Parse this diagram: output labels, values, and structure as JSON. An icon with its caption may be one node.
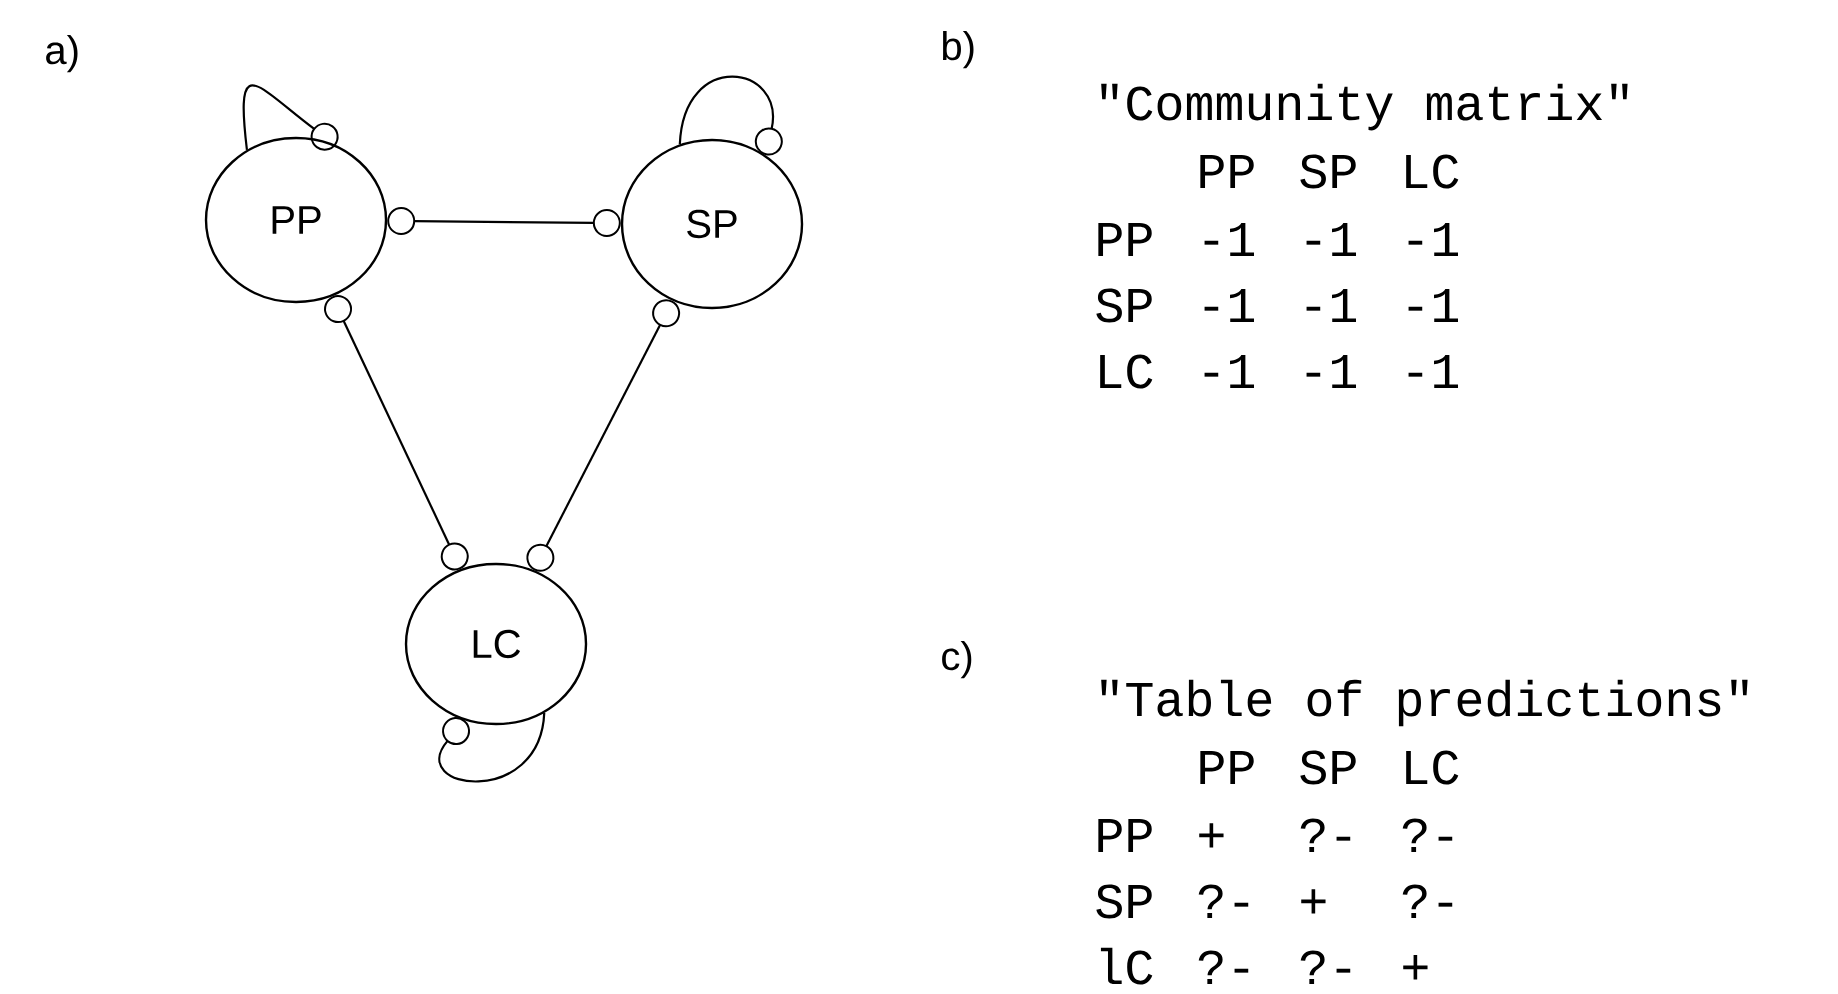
{
  "diagram": {
    "nodes": [
      {
        "text": [
          "PP"
        ]
      },
      {
        "text": [
          "SP"
        ]
      },
      {
        "text": [
          "LC"
        ]
      }
    ],
    "edges": [
      {
        "from": 0,
        "to": 1,
        "arrow": "other"
      },
      {
        "from": 0,
        "to": 2,
        "arrow": "other"
      },
      {
        "from": 1,
        "to": 2,
        "arrow": "other"
      },
      {
        "from": 0,
        "to": 0,
        "arrow": "other"
      },
      {
        "from": 1,
        "to": 1,
        "arrow": "other"
      },
      {
        "from": 2,
        "to": 2,
        "arrow": "other"
      }
    ],
    "labels": [
      "a)",
      "b)",
      "\"Community matrix\"",
      "PP",
      "SP",
      "LC",
      "PP",
      "-1",
      "-1",
      "-1",
      "SP",
      "-1",
      "-1",
      "-1",
      "LC",
      "-1",
      "-1",
      "-1",
      "c)",
      "\"Table of predictions\"",
      "PP",
      "SP",
      "LC",
      "PP",
      "+",
      "?-",
      "?-",
      "SP",
      "?-",
      "+",
      "?-",
      "lC",
      "?-",
      "?-",
      "+"
    ]
  }
}
